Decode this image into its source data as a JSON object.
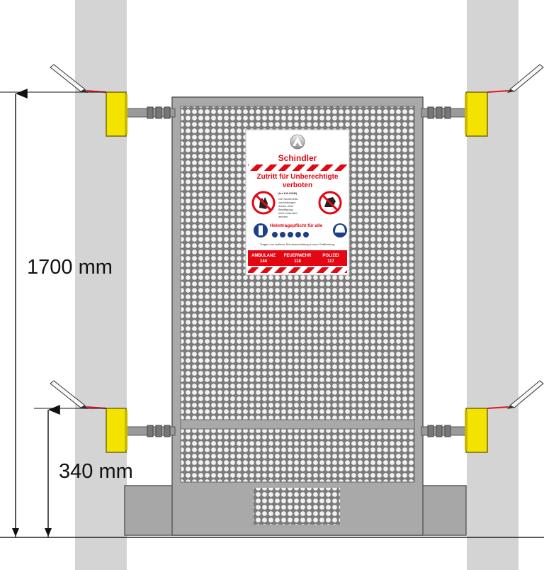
{
  "dimensions": {
    "upper": "1700 mm",
    "lower": "340 mm"
  },
  "sign": {
    "brand": "Schindler",
    "title_line1": "Zutritt für Unberechtigte",
    "title_line2": "verboten",
    "article_ref": "(Art 196.SIGB)",
    "notice_lines": [
      "Die Sicherheits-",
      "vorrichtungen",
      "dürfen ohne",
      "Bewilligung",
      "nicht verändert",
      "werden."
    ],
    "helmet_notice": "Helmtragepflicht für alle",
    "protective_note": "Tragen von weiterer Schutzausrüstung je nach Gefährdung.",
    "emergency": [
      {
        "label": "AMBULANZ",
        "number": "144"
      },
      {
        "label": "FEUERWEHR",
        "number": "118"
      },
      {
        "label": "POLIZEI",
        "number": "117"
      }
    ]
  },
  "colors": {
    "wall": "#d4d4d4",
    "frame": "#a9a9a9",
    "frame_stroke": "#5a5a5a",
    "bracket": "#f2e400",
    "bracket_stroke": "#7a6a00",
    "laser": "#e0141e",
    "sign_red": "#e30613",
    "sign_blue": "#1d3f8a"
  },
  "icons": [
    "pencil-icon",
    "schindler-logo-icon",
    "no-touch-icon",
    "no-hand-icon",
    "helmet-icon",
    "ppe-icon"
  ]
}
